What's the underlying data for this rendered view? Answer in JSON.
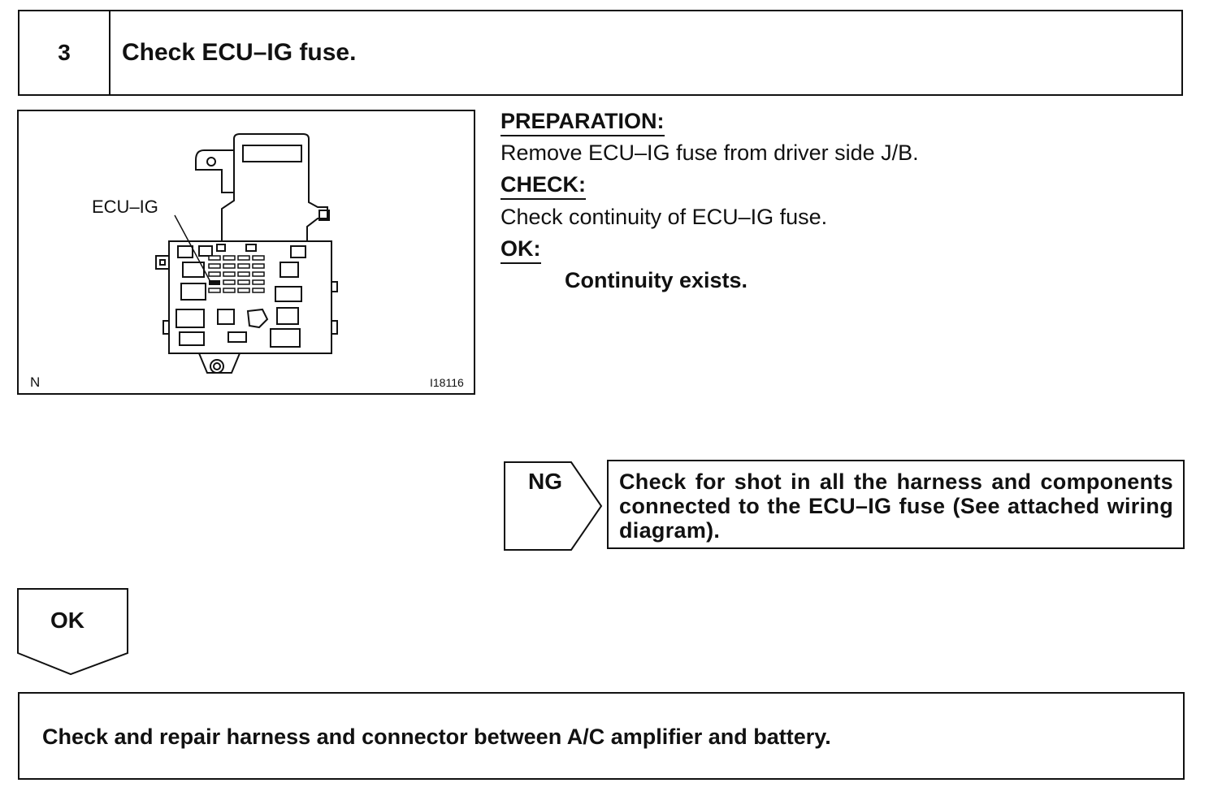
{
  "step": {
    "number": "3",
    "title": "Check ECU–IG fuse."
  },
  "figure": {
    "callout_label": "ECU–IG",
    "corner_letter": "N",
    "figure_code": "I18116"
  },
  "preparation": {
    "heading": "PREPARATION:",
    "text": "Remove ECU–IG fuse from driver side J/B."
  },
  "check": {
    "heading": "CHECK:",
    "text": "Check continuity of ECU–IG fuse."
  },
  "ok": {
    "heading": "OK:",
    "text": "Continuity exists."
  },
  "ng_branch": {
    "label": "NG",
    "result": "Check for shot in all the harness and components connected to the ECU–IG fuse (See attached wiring diagram)."
  },
  "ok_branch": {
    "label": "OK",
    "result": "Check and repair harness and connector between A/C amplifier and battery."
  }
}
